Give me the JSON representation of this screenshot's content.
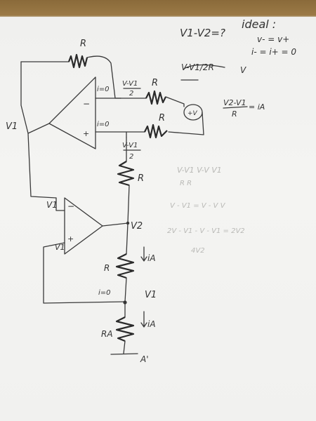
{
  "labels": {
    "top_eq": "V1-V2=?",
    "ideal": "ideal :",
    "ideal_v": "v- = v+",
    "ideal_i": "i- = i+ = 0",
    "scribble": "V-V1/2R",
    "scribble_v": "V",
    "R_top": "R",
    "R_mid": "R",
    "R_small": "R",
    "R_lower_series": "R",
    "R_bottom": "R",
    "RA": "RA",
    "i0_top": "i=0",
    "i0_mid": "i=0",
    "i0_low": "i=0",
    "frac_top": "V-V1",
    "frac_top_den": "2",
    "frac_mid": "V-V1",
    "frac_mid_den": "2",
    "source": "+V",
    "current_eq": "V2-V1",
    "current_den": "R",
    "current_rhs": "= iA",
    "V1_left": "V1",
    "V1_opamp_top": "V1",
    "V1_opamp_bottom": "V1",
    "V2": "V2",
    "V1_node": "V1",
    "iA_upper": "iA",
    "iA_lower": "iA",
    "minus_top": "−",
    "plus_top": "+",
    "minus_low": "−",
    "plus_low": "+",
    "A_prime": "A'"
  },
  "faint_notes": [
    "V-V1   V-V   V1",
    "R        R",
    "V - V1 = V - V   V",
    "2V - V1 - V - V1 = 2V2",
    "4V2"
  ],
  "colors": {
    "ink": "#333333",
    "paper": "#f3f3f1",
    "table": "#9b7a46",
    "faint": "#b9b9b6"
  }
}
